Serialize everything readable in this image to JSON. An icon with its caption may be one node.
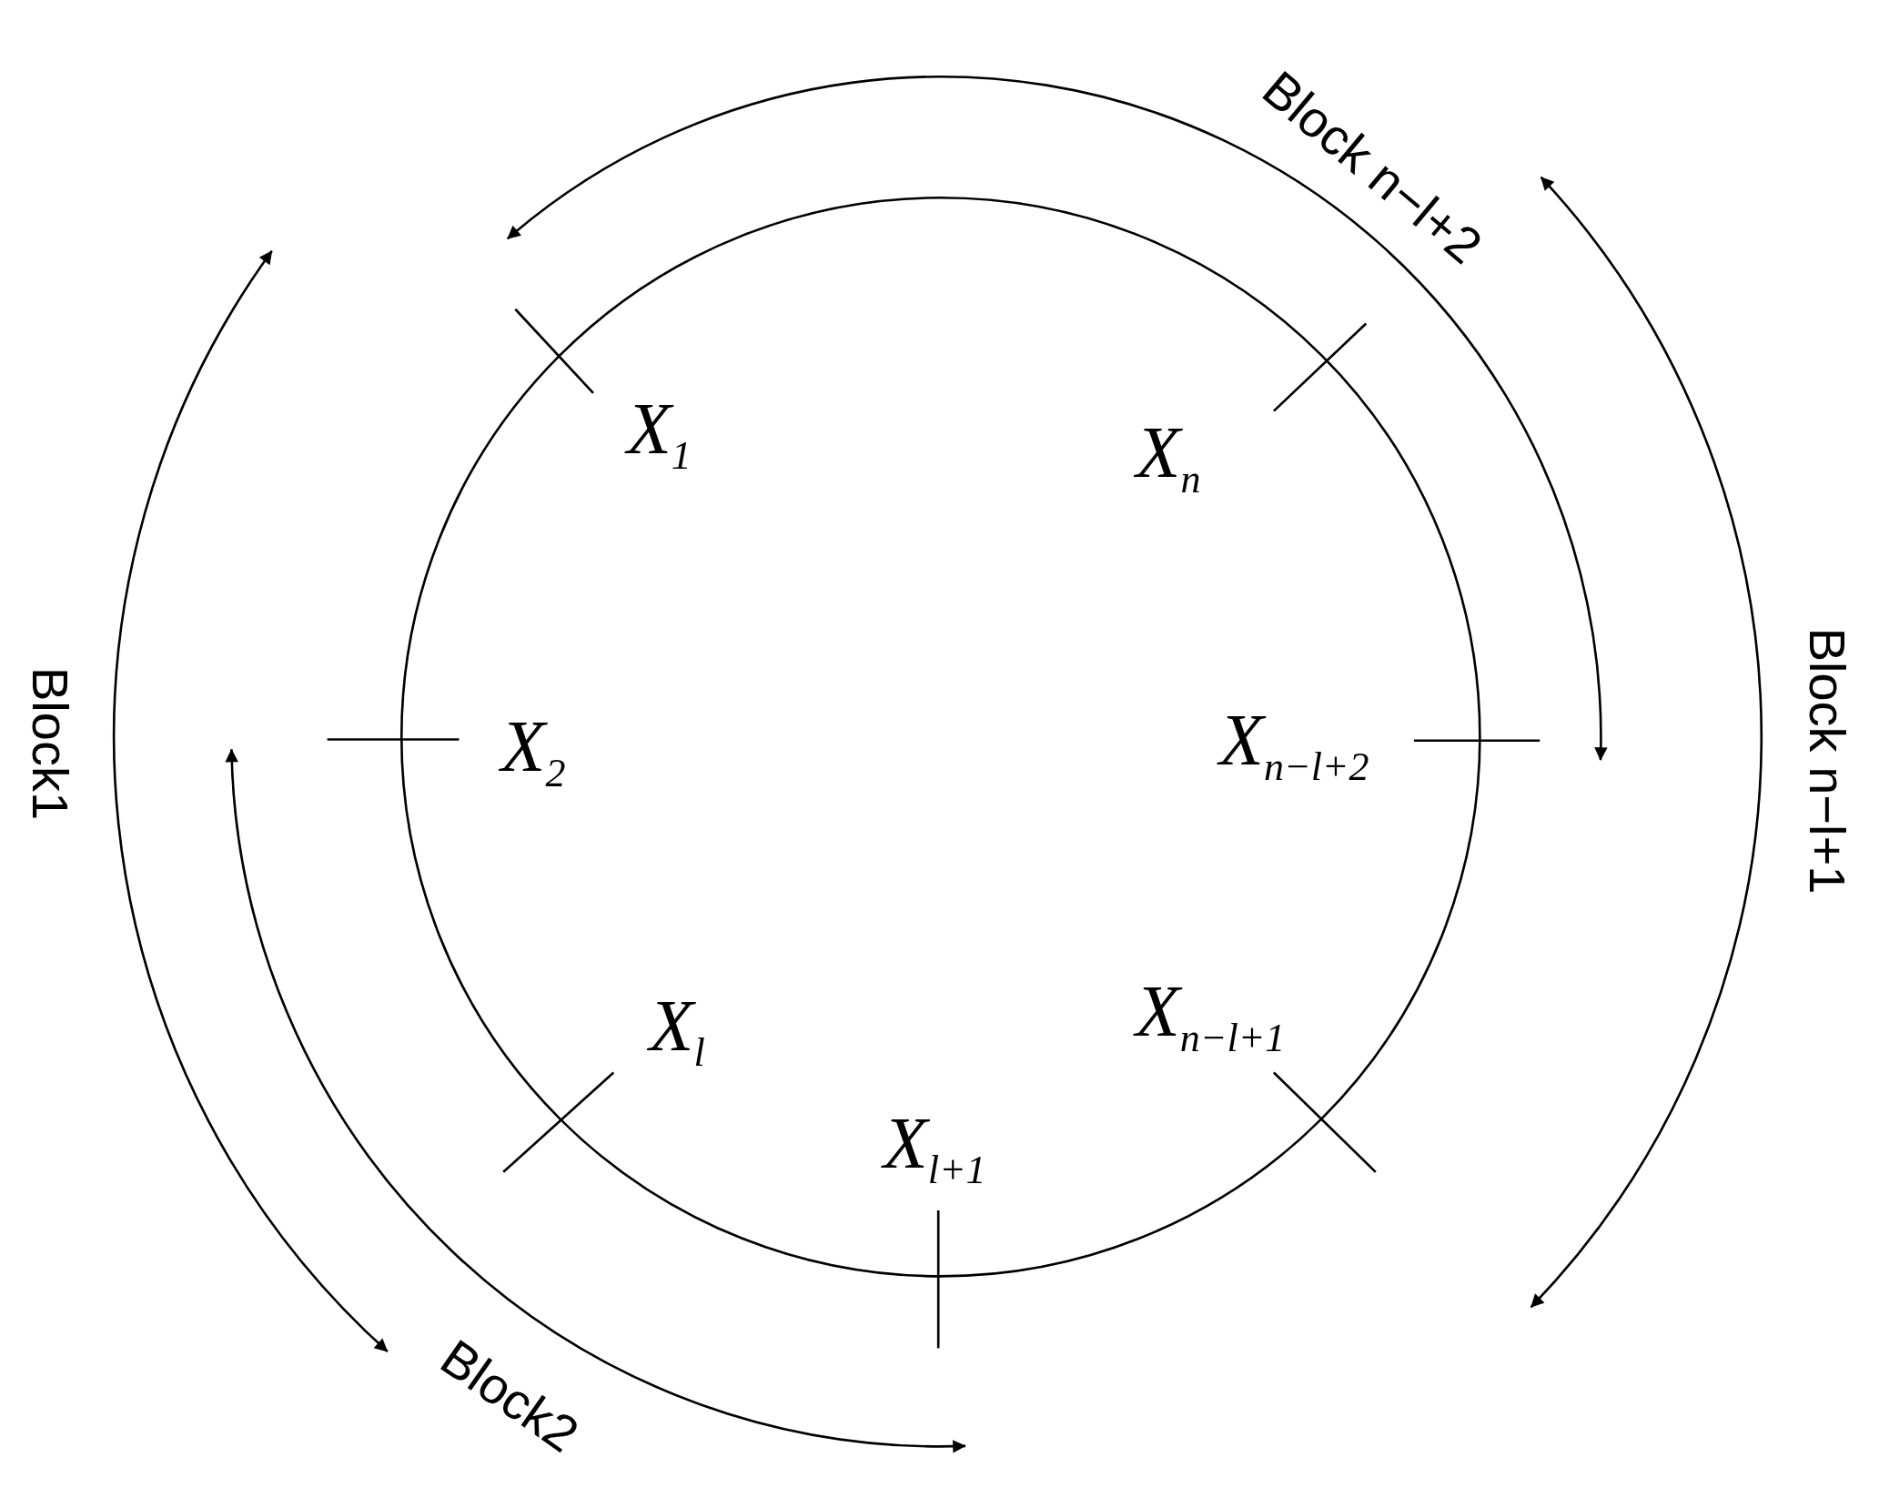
{
  "diagram": {
    "labels": [
      "Block n−l+2",
      "X$_{1}$",
      "X$_{n}$",
      "Block1",
      "X$_{2}$",
      "X$_{n−l+2}$",
      "Block n−l+1",
      "X$_{l}$",
      "X$_{n−l+1}$",
      "X$_{l+1}$",
      "Block2"
    ]
  }
}
